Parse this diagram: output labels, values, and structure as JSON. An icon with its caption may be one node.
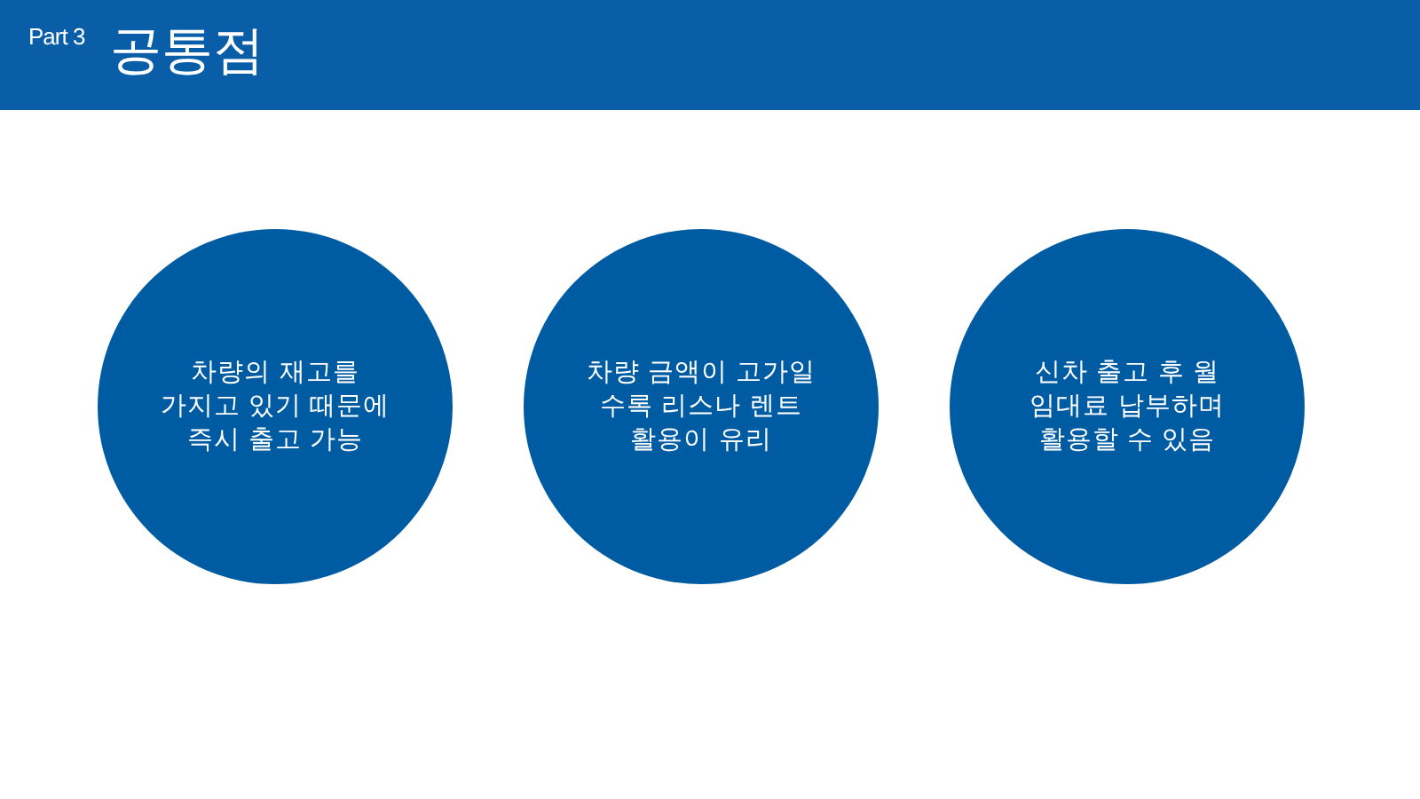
{
  "diagram": {
    "title": "공통점",
    "labels": [
      "Part 3"
    ],
    "nodes": [
      {
        "text": [
          "차량의 재고를 가지고 있기 때문에 즉시 출고 가능"
        ]
      },
      {
        "text": [
          "차량 금액이 고가일 수록 리스나 렌트 활용이 유리"
        ]
      },
      {
        "text": [
          "신차 출고 후 월 임대료 납부하며 활용할 수 있음"
        ]
      }
    ]
  }
}
